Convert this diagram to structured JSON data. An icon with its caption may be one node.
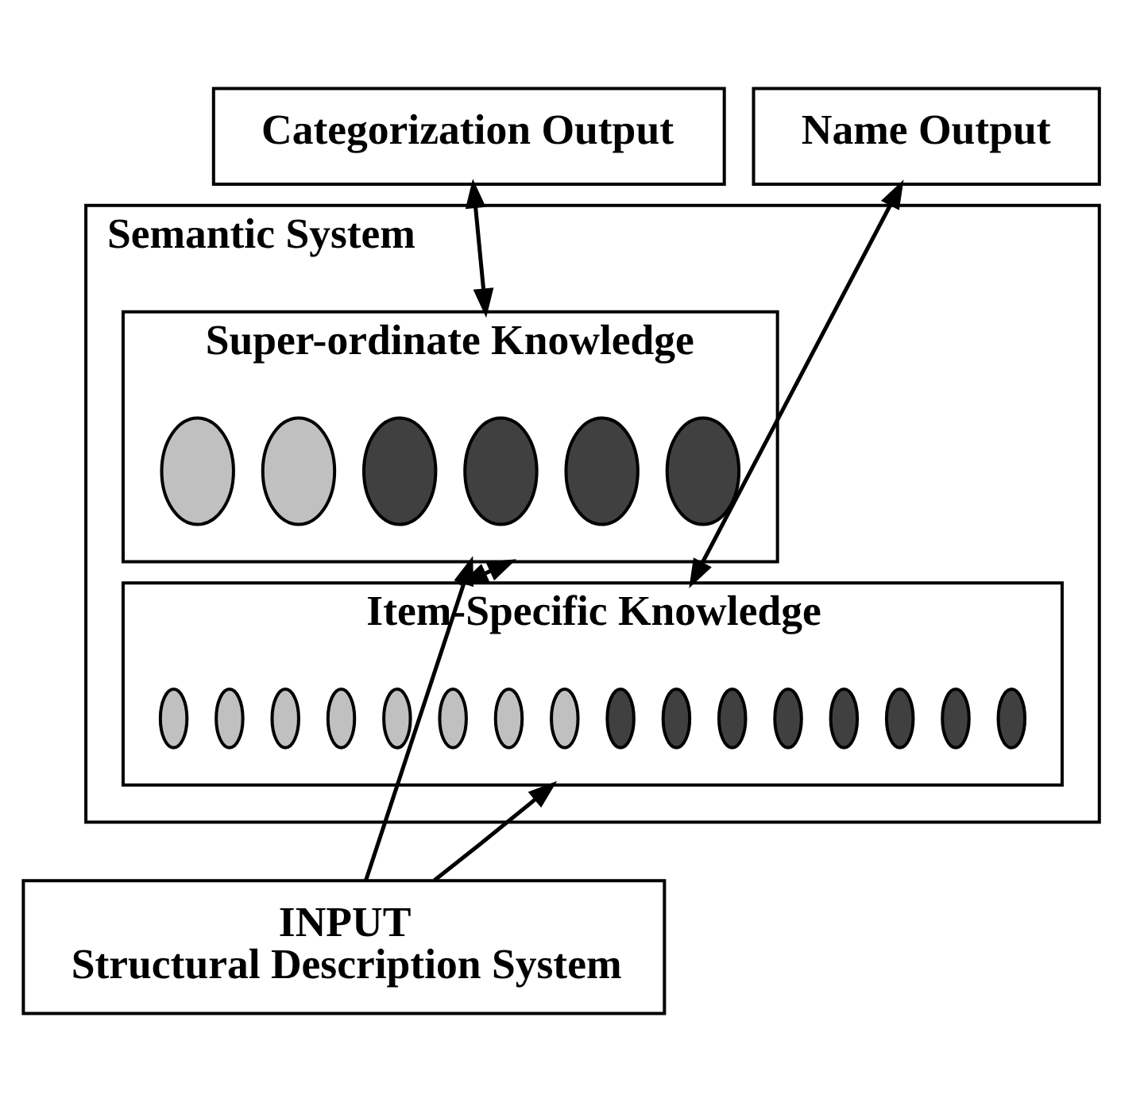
{
  "diagram": {
    "nodes": [
      {
        "text": [
          "Categorization Output"
        ]
      },
      {
        "text": [
          "Name Output"
        ]
      },
      {
        "text": [
          "Semantic System"
        ]
      },
      {
        "text": [
          "Super-ordinate Knowledge"
        ],
        "in": 2
      },
      {
        "text": [],
        "shape": "ellipse",
        "in": 3
      },
      {
        "text": [],
        "shape": "ellipse",
        "in": 3
      },
      {
        "text": [],
        "shape": "ellipse",
        "in": 3
      },
      {
        "text": [],
        "shape": "ellipse",
        "in": 3
      },
      {
        "text": [],
        "shape": "ellipse",
        "in": 3
      },
      {
        "text": [],
        "shape": "ellipse",
        "in": 3
      },
      {
        "text": [
          "Item-Specific Knowledge"
        ],
        "in": 2
      },
      {
        "text": [],
        "shape": "ellipse",
        "in": 10
      },
      {
        "text": [],
        "shape": "ellipse",
        "in": 10
      },
      {
        "text": [],
        "shape": "ellipse",
        "in": 10
      },
      {
        "text": [],
        "shape": "ellipse",
        "in": 10
      },
      {
        "text": [],
        "shape": "ellipse",
        "in": 10
      },
      {
        "text": [],
        "shape": "ellipse",
        "in": 10
      },
      {
        "text": [],
        "shape": "ellipse",
        "in": 10
      },
      {
        "text": [],
        "shape": "ellipse",
        "in": 10
      },
      {
        "text": [],
        "shape": "ellipse",
        "in": 10
      },
      {
        "text": [],
        "shape": "ellipse",
        "in": 10
      },
      {
        "text": [],
        "shape": "ellipse",
        "in": 10
      },
      {
        "text": [],
        "shape": "ellipse",
        "in": 10
      },
      {
        "text": [],
        "shape": "ellipse",
        "in": 10
      },
      {
        "text": [],
        "shape": "ellipse",
        "in": 10
      },
      {
        "text": [],
        "shape": "ellipse",
        "in": 10
      },
      {
        "text": [],
        "shape": "ellipse",
        "in": 10
      },
      {
        "text": [
          "INPUT",
          "Structural Description System"
        ]
      }
    ],
    "edges": [
      {
        "from": 0,
        "to": 3,
        "arrow": "both"
      },
      {
        "from": 1,
        "to": 10,
        "arrow": "both"
      },
      {
        "from": 3,
        "to": 10,
        "arrow": "both"
      },
      {
        "from": 27,
        "to": 3,
        "arrow": "to"
      },
      {
        "from": 27,
        "to": 10,
        "arrow": "to"
      }
    ]
  }
}
